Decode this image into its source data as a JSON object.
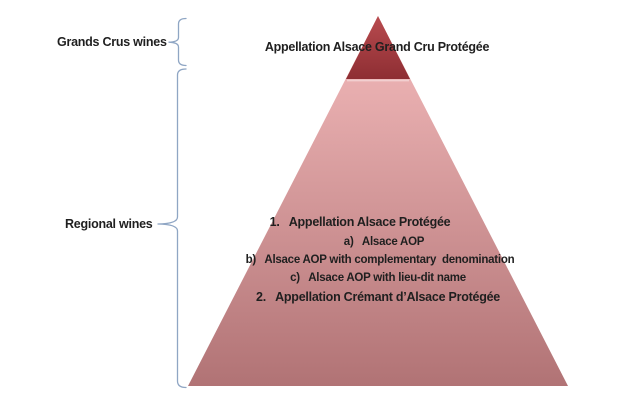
{
  "figure": {
    "apex_label": "Appellation Alsace Grand Cru Protégée",
    "side_labels": {
      "grands_crus": "Grands Crus wines",
      "regional": "Regional wines"
    },
    "regional_list": {
      "line1": "1.   Appellation Alsace Protégée",
      "line2": "a)   Alsace AOP",
      "line3": "b)   Alsace AOP with complementary  denomination",
      "line4": "c)   Alsace AOP with lieu-dit name",
      "line5": "2.   Appellation Crémant d’Alsace Protégée"
    },
    "colors": {
      "apex_gradient_top": "#b84b4f",
      "apex_gradient_bottom": "#8e2e33",
      "body_gradient_top": "#f5bcbd",
      "body_gradient_bottom": "#b17375",
      "tier_divider": "#f2cfd0",
      "brace": "#8fa6c4",
      "text": "#1f1f1f"
    }
  }
}
